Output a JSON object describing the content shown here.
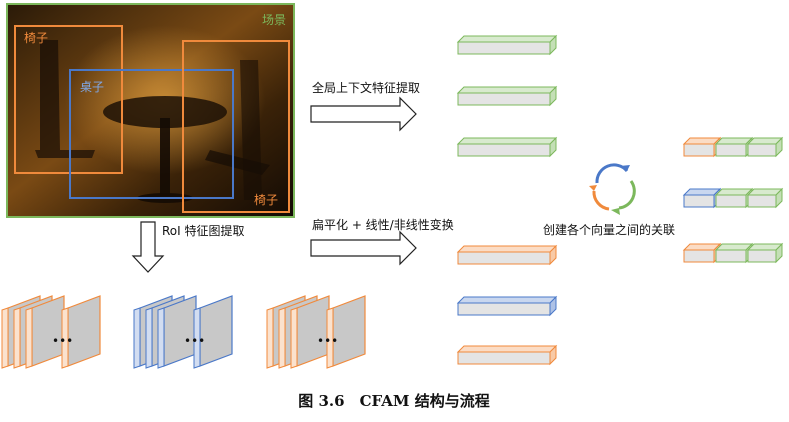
{
  "scene_image": {
    "scene_label": "场景",
    "boxes": [
      {
        "label": "椅子",
        "color": "#F08A3C"
      },
      {
        "label": "桌子",
        "color": "#4A78C8"
      },
      {
        "label": "椅子",
        "color": "#F08A3C"
      }
    ]
  },
  "arrows": {
    "global_context": "全局上下文特征提取",
    "roi_pooling": "RoI 特征图提取",
    "flatten_transform": "扁平化 + 线性/非线性变换"
  },
  "feature_maps": {
    "groups": [
      {
        "color": "#F08A3C",
        "ellipsis": "•••"
      },
      {
        "color": "#4A78C8",
        "ellipsis": "•••"
      },
      {
        "color": "#F08A3C",
        "ellipsis": "•••"
      }
    ]
  },
  "vectors": {
    "global_color": "#7CB85C",
    "object_colors": [
      "#F08A3C",
      "#4A78C8",
      "#F08A3C"
    ]
  },
  "relation": {
    "label": "创建各个向量之间的关联",
    "cycle_colors": [
      "#4A78C8",
      "#7CB85C",
      "#F08A3C"
    ]
  },
  "caption": "图 3.6　CFAM 结构与流程"
}
